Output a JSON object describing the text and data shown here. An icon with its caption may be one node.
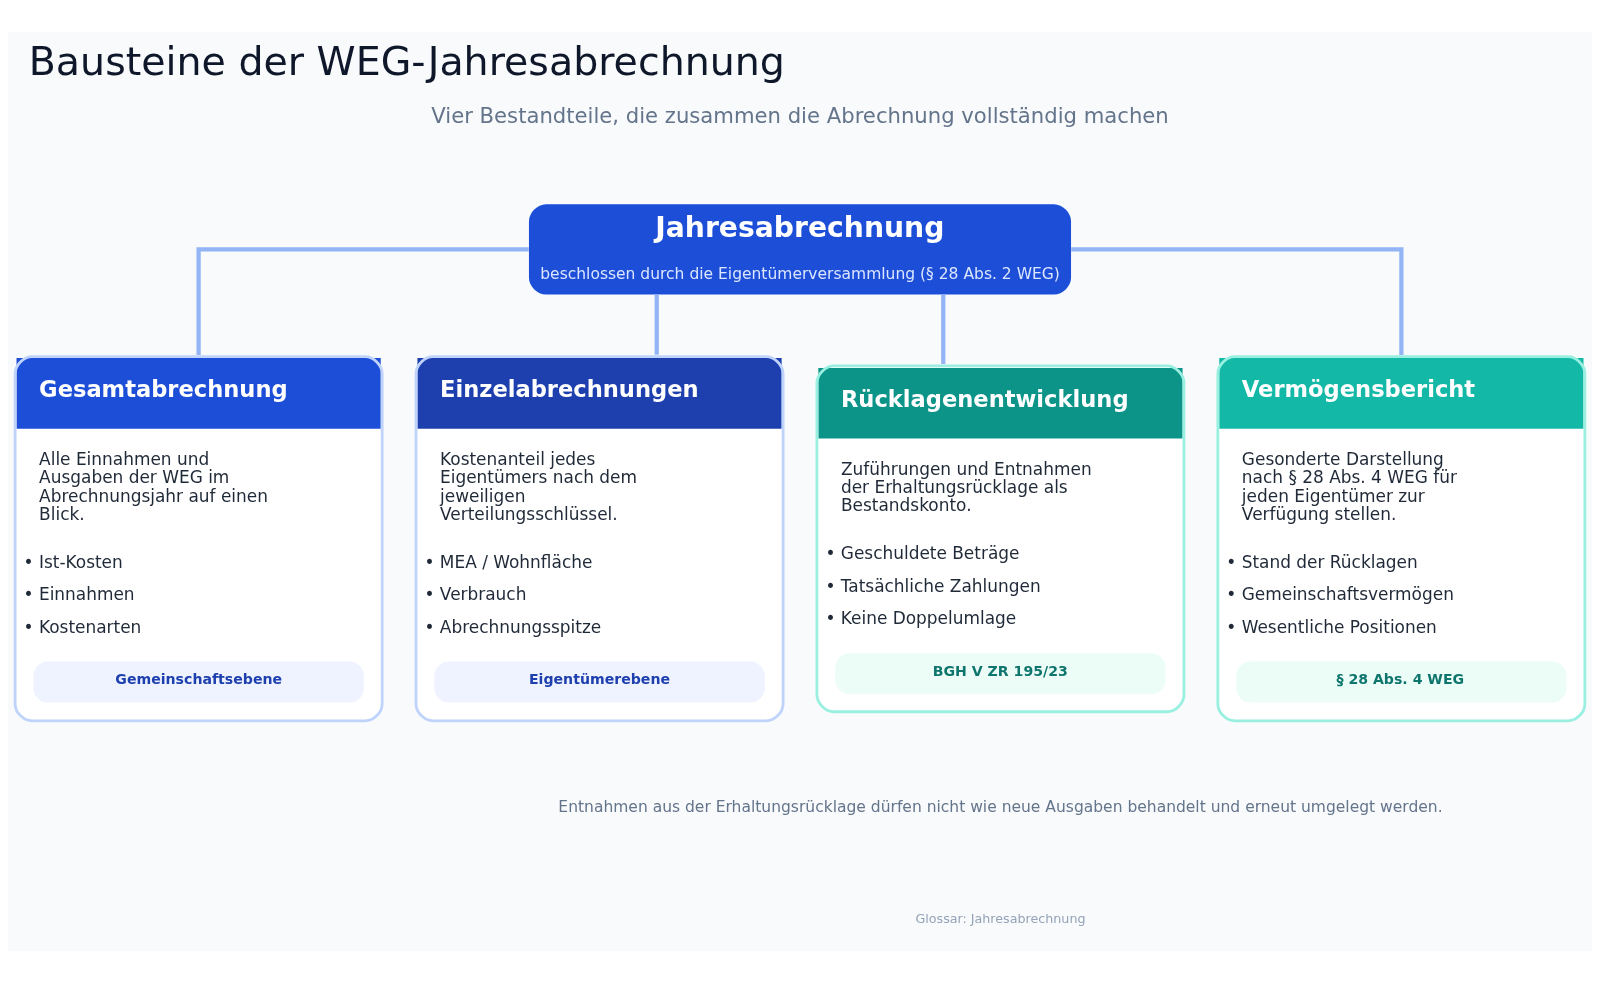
{
  "diagram": {
    "title": "Bausteine der WEG-Jahresabrechnung",
    "nodes": [
      {
        "text": [
          "Jahresabrechnung",
          "beschlossen durch die Eigentümerversammlung (§ 28 Abs. 2 WEG)"
        ]
      },
      {
        "text": [
          "Gesamtabrechnung",
          "Alle Einnahmen und Ausgaben der WEG im Abrechnungsjahr auf einen Blick.",
          "• Ist-Kosten",
          "• Einnahmen",
          "• Kostenarten",
          "Gemeinschaftsebene"
        ]
      },
      {
        "text": [
          "Einzelabrechnungen",
          "Kostenanteil jedes Eigentümers nach dem jeweiligen Verteilungsschlüssel.",
          "• MEA / Wohnfläche",
          "• Verbrauch",
          "• Abrechnungsspitze",
          "Eigentümerebene"
        ]
      },
      {
        "text": [
          "Rücklagenentwicklung",
          "Zuführungen und Entnahmen der Erhaltungsrücklage als Bestandskonto.",
          "• Geschuldete Beträge",
          "• Tatsächliche Zahlungen",
          "• Keine Doppelumlage",
          "BGH V ZR 195/23"
        ]
      },
      {
        "text": [
          "Vermögensbericht",
          "Gesonderte Darstellung nach § 28 Abs. 4 WEG für jeden Eigentümer zur Verfügung stellen.",
          "• Stand der Rücklagen",
          "• Gemeinschaftsvermögen",
          "• Wesentliche Positionen",
          "§ 28 Abs. 4 WEG"
        ]
      }
    ],
    "edges": [
      {
        "from": 0,
        "to": 1,
        "arrow": "none"
      },
      {
        "from": 0,
        "to": 2,
        "arrow": "none"
      },
      {
        "from": 0,
        "to": 3,
        "arrow": "none"
      },
      {
        "from": 0,
        "to": 4,
        "arrow": "none"
      }
    ],
    "labels": [
      "Vier Bestandteile, die zusammen die Abrechnung vollständig machen",
      "Entnahmen aus der Erhaltungsrücklage dürfen nicht wie neue Ausgaben behandelt und erneut umgelegt werden.",
      "Glossar: Jahresabrechnung"
    ]
  }
}
